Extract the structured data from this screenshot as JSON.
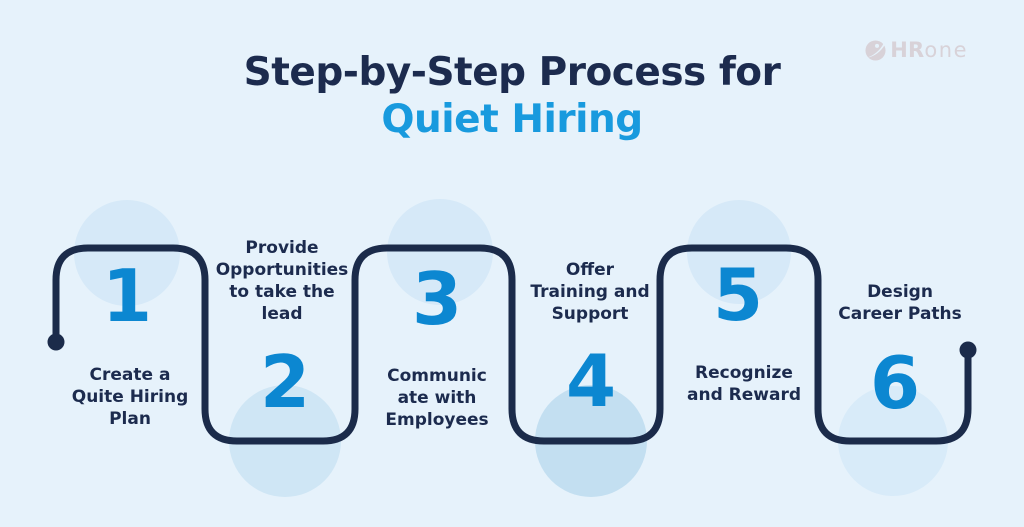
{
  "header": {
    "title_line1": "Step-by-Step Process for",
    "title_line2": "Quiet Hiring"
  },
  "logo": {
    "brand_bold": "HR",
    "brand_light": "one"
  },
  "steps": [
    {
      "number": "1",
      "label": "Create a\nQuite Hiring\nPlan"
    },
    {
      "number": "2",
      "label": "Provide\nOpportunities\nto take the\nlead"
    },
    {
      "number": "3",
      "label": "Communic\nate with\nEmployees"
    },
    {
      "number": "4",
      "label": "Offer\nTraining and\nSupport"
    },
    {
      "number": "5",
      "label": "Recognize\nand Reward"
    },
    {
      "number": "6",
      "label": "Design\nCareer Paths"
    }
  ],
  "colors": {
    "background": "#e6f2fb",
    "step_circle": "#d2e7f6",
    "path_navy": "#1b2b4a",
    "number_blue": "#0c87d1",
    "title_navy": "#1c2b4e",
    "title_blue": "#189ade",
    "logo_gray": "#d8d2d8"
  }
}
